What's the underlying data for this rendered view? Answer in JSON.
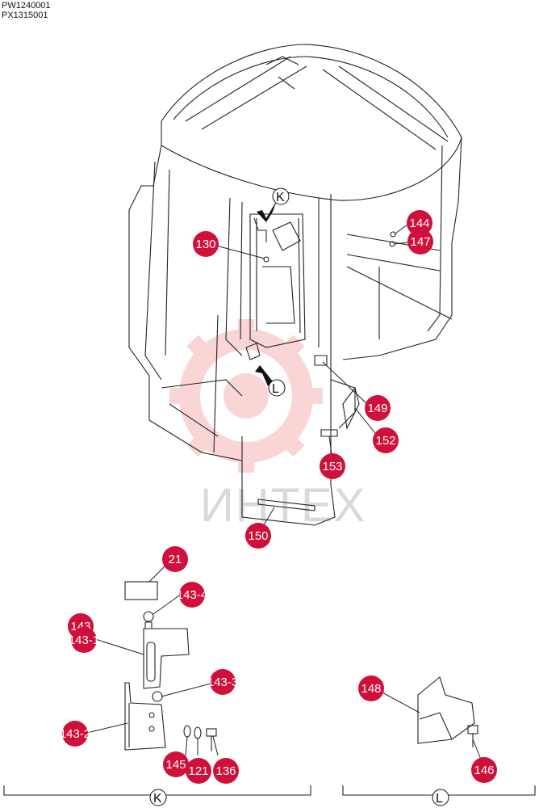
{
  "drawing_codes": [
    "PW1240001",
    "PX1315001"
  ],
  "watermark_text": "ИНТЕХ",
  "view_labels": {
    "k": "K",
    "l": "L"
  },
  "colors": {
    "callout": "#d0103a",
    "line": "#222222",
    "watermark": "#f6b3b3"
  },
  "callouts": [
    {
      "key": "c144",
      "label": "144"
    },
    {
      "key": "c147",
      "label": "147"
    },
    {
      "key": "c130",
      "label": "130"
    },
    {
      "key": "c149",
      "label": "149"
    },
    {
      "key": "c152",
      "label": "152"
    },
    {
      "key": "c153",
      "label": "153"
    },
    {
      "key": "c150",
      "label": "150"
    },
    {
      "key": "c21",
      "label": "21"
    },
    {
      "key": "c143_4",
      "label": "143-4"
    },
    {
      "key": "c143_top",
      "label": "143"
    },
    {
      "key": "c143_1",
      "label": "143-1"
    },
    {
      "key": "c143_3",
      "label": "143-3"
    },
    {
      "key": "c143_2",
      "label": "143-2"
    },
    {
      "key": "c145",
      "label": "145"
    },
    {
      "key": "c121",
      "label": "121"
    },
    {
      "key": "c136",
      "label": "136"
    },
    {
      "key": "c148",
      "label": "148"
    },
    {
      "key": "c146",
      "label": "146"
    }
  ]
}
